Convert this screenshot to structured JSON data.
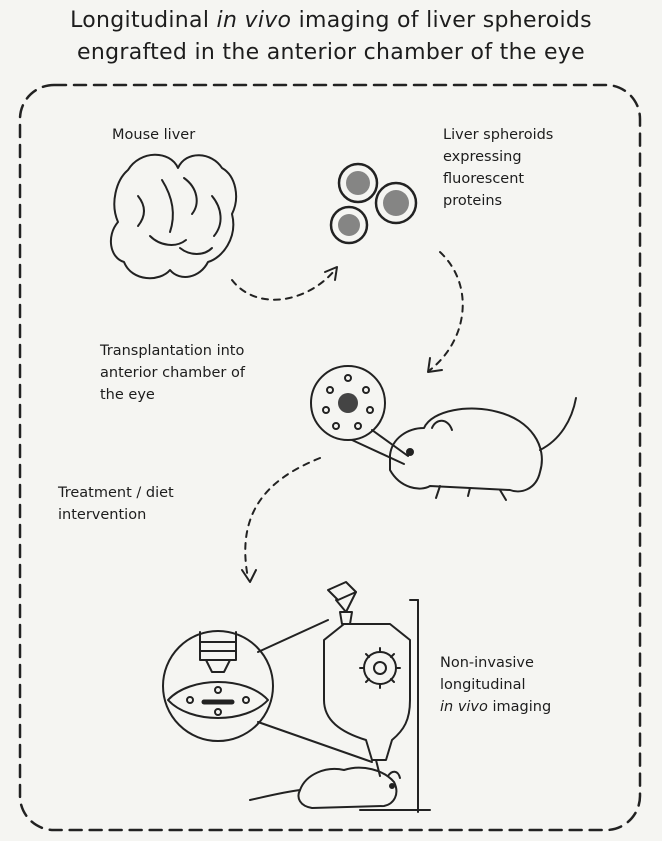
{
  "title": {
    "line1_pre": "Longitudinal ",
    "line1_italic": "in vivo",
    "line1_post": " imaging of liver spheroids",
    "line2": "engrafted in the anterior chamber of the eye"
  },
  "labels": {
    "mouse_liver": "Mouse liver",
    "spheroids": "Liver spheroids\nexpressing\nfluorescent\nproteins",
    "transplant": "Transplantation into\nanterior chamber of\nthe eye",
    "treatment": "Treatment / diet\nintervention",
    "imaging_line1": "Non-invasive",
    "imaging_line2": "longitudinal",
    "imaging_italic": "in vivo",
    "imaging_post": " imaging"
  }
}
